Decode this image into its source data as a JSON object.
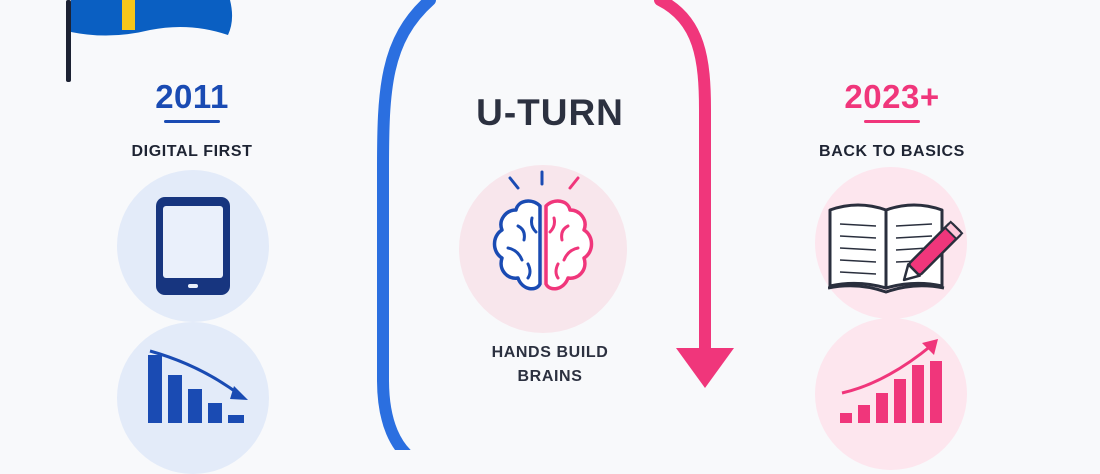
{
  "flag": {
    "colors": [
      "#0a5fc2",
      "#f6c619"
    ]
  },
  "left": {
    "year": "2011",
    "subtitle": "DIGITAL FIRST",
    "icons": [
      "tablet-icon",
      "declining-bar-chart-icon"
    ]
  },
  "center": {
    "title": "U-TURN",
    "caption_line1": "HANDS BUILD",
    "caption_line2": "BRAINS",
    "icon": "brain-icon"
  },
  "right": {
    "year": "2023+",
    "subtitle": "BACK TO BASICS",
    "icons": [
      "open-book-pencil-icon",
      "rising-bar-chart-icon"
    ]
  },
  "colors": {
    "blue": "#1a4bb3",
    "arc_blue": "#2b6fe0",
    "pink": "#f0367b",
    "text": "#1e2433"
  }
}
